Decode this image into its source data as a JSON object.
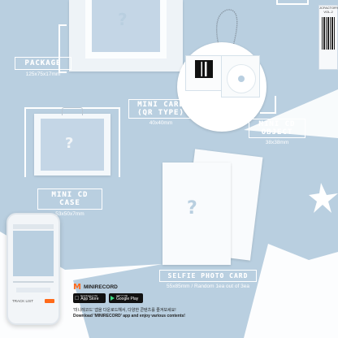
{
  "side_label": {
    "line1": "JCFACTORY",
    "line2": "VOL.2"
  },
  "package": {
    "title": "PACKAGE",
    "size": "125x75x17mm"
  },
  "mini_card": {
    "title": "MINI CARD",
    "subtitle": "(QR TYPE)",
    "size": "40x40mm"
  },
  "mini_cd_object": {
    "title": "MINI CD",
    "title2": "OBJECT",
    "size": "38x38mm"
  },
  "mini_cd_case": {
    "title": "MINI CD CASE",
    "size": "53x50x7mm"
  },
  "selfie_photo_card": {
    "title": "SELFIE PHOTO CARD",
    "size": "55x85mm / Random 1ea out of 3ea"
  },
  "phone": {
    "track_list": "TRACK LIST"
  },
  "minirecord": {
    "brand": "MINIRECORD",
    "app_store_small": "Download on the",
    "app_store": "App Store",
    "google_play_small": "GET IT ON",
    "google_play": "Google Play",
    "instruction_ko": "'미니레코드' 앱을 다운로드해서, 다양한 콘텐츠를 즐겨보세요!",
    "instruction_en": "Download 'MINIRECORD' app and enjoy various contents!"
  },
  "colors": {
    "background": "#b9cfe0",
    "accent": "#ff6a1a"
  }
}
